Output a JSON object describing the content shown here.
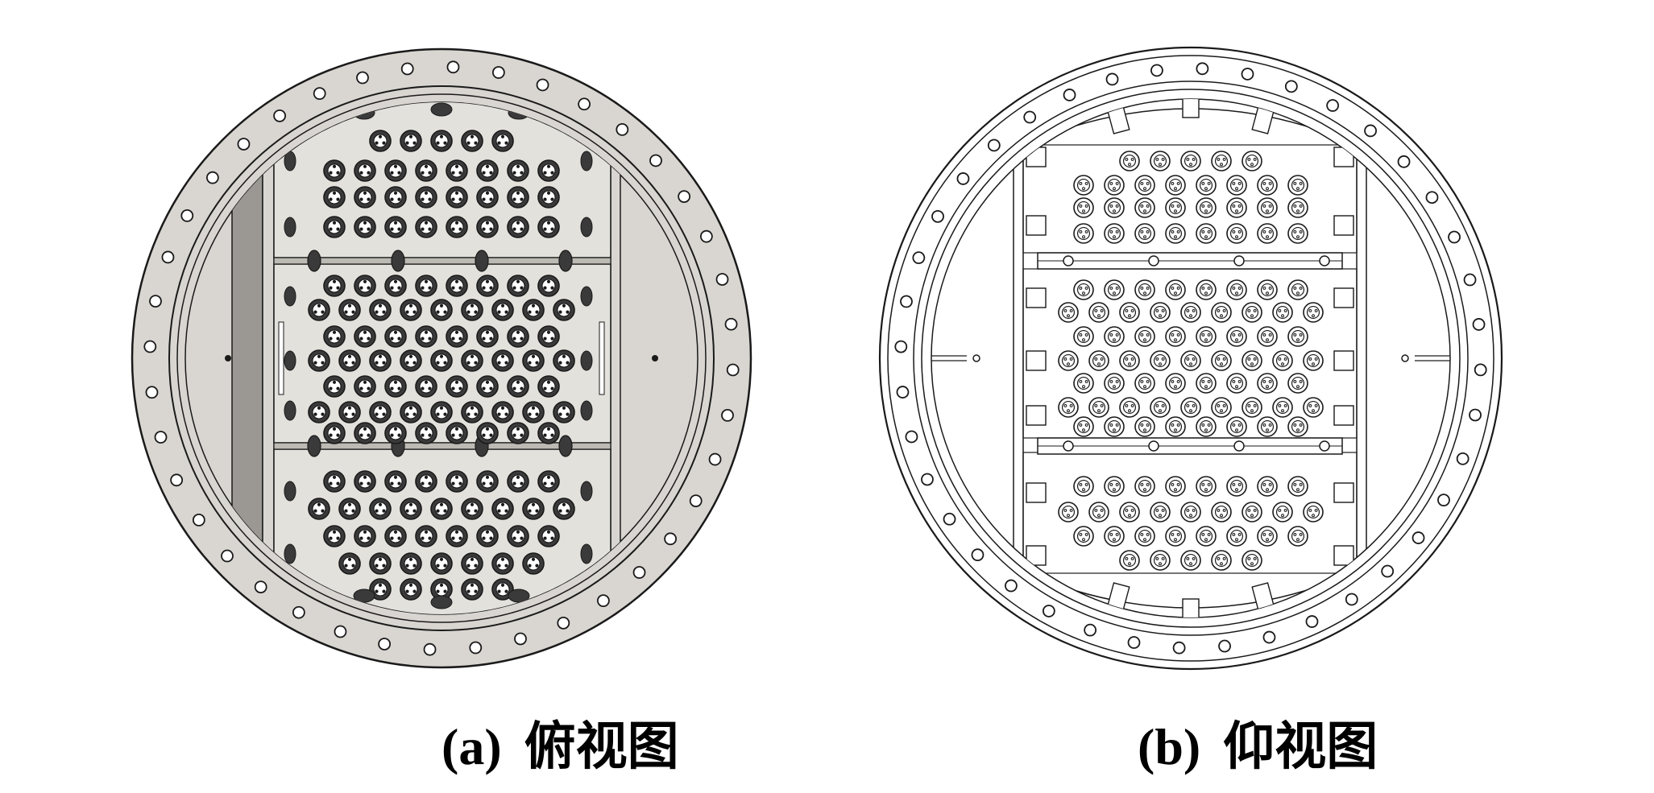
{
  "captions": {
    "a": {
      "tag": "(a)",
      "label": "俯视图"
    },
    "b": {
      "tag": "(b)",
      "label": "仰视图"
    }
  },
  "colors": {
    "plate_fill": "#d9d6d1",
    "panel_fill": "#e3e1dc",
    "outline": "#1a1a1a",
    "shadow_strip": "#9b9893",
    "white": "#ffffff"
  },
  "icons": {
    "bolt_hole": "small-circle",
    "valve": "ring-with-teeth",
    "bracket": "rectangular-lug"
  }
}
